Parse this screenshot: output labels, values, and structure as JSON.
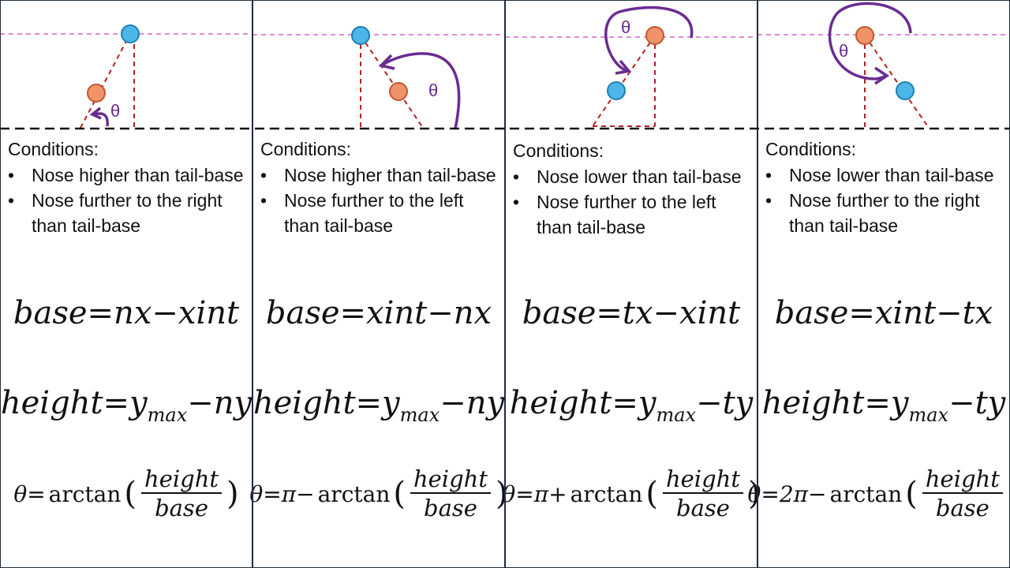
{
  "colors": {
    "nose_fill": "#4db6e8",
    "tail_fill": "#f0936a",
    "arc": "#6a2c91",
    "guide_dashes": "#e08ad6",
    "triangle_dashes": "#b22222",
    "ground_dashes": "#111111"
  },
  "theta_symbol": "θ",
  "bullet": "•",
  "panels": [
    {
      "conditions_title": "Conditions:",
      "condition_1": "Nose higher than tail-base",
      "condition_2": "Nose further to the right than tail-base",
      "base_eq": "base=nx−xint",
      "height_eq_pre": "height=y",
      "height_eq_sub": "max",
      "height_eq_post": "−ny",
      "theta_prefix": "θ=",
      "theta_func": "arctan",
      "frac_num": "height",
      "frac_den": "base"
    },
    {
      "conditions_title": "Conditions:",
      "condition_1": "Nose higher than tail-base",
      "condition_2": "Nose further to the left than tail-base",
      "base_eq": "base=xint−nx",
      "height_eq_pre": "height=y",
      "height_eq_sub": "max",
      "height_eq_post": "−ny",
      "theta_prefix": "θ=π−",
      "theta_func": "arctan",
      "frac_num": "height",
      "frac_den": "base"
    },
    {
      "conditions_title": "Conditions:",
      "condition_1": "Nose lower than tail-base",
      "condition_2": "Nose further to the left than tail-base",
      "base_eq": "base=tx−xint",
      "height_eq_pre": "height=y",
      "height_eq_sub": "max",
      "height_eq_post": "−ty",
      "theta_prefix": "θ=π+",
      "theta_func": "arctan",
      "frac_num": "height",
      "frac_den": "base"
    },
    {
      "conditions_title": "Conditions:",
      "condition_1": "Nose lower than tail-base",
      "condition_2": "Nose further to the right than tail-base",
      "base_eq": "base=xint−tx",
      "height_eq_pre": "height=y",
      "height_eq_sub": "max",
      "height_eq_post": "−ty",
      "theta_prefix": "θ=2π−",
      "theta_func": "arctan",
      "frac_num": "height",
      "frac_den": "base"
    }
  ]
}
